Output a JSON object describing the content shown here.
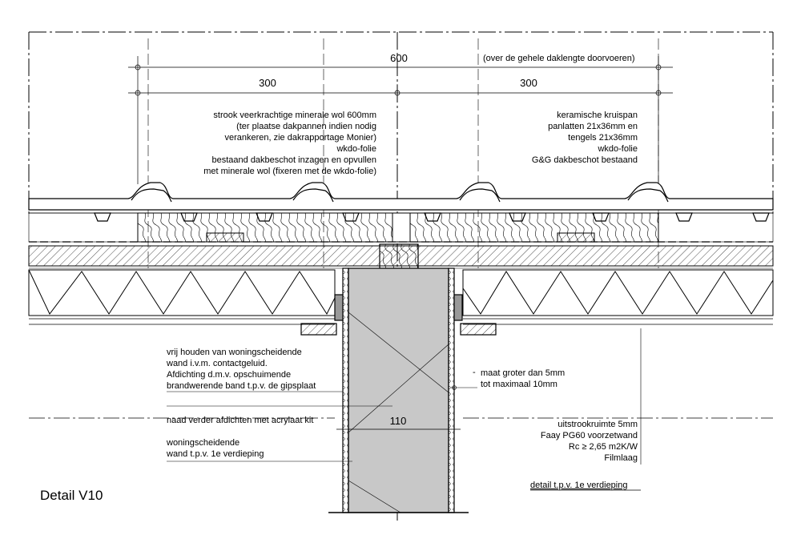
{
  "dimensions": {
    "total": "600",
    "total_note": "(over de gehele daklengte doorvoeren)",
    "left": "300",
    "right": "300",
    "wall": "110"
  },
  "notes_left_top": [
    "strook veerkrachtige minerale wol 600mm",
    "(ter plaatse dakpannen indien nodig",
    "verankeren, zie dakrapportage Monier)",
    "wkdo-folie",
    "bestaand dakbeschot inzagen en opvullen",
    "met minerale wol (fixeren met de wkdo-folie)"
  ],
  "notes_right_top": [
    "keramische kruispan",
    "panlatten 21x36mm en",
    "tengels 21x36mm",
    "wkdo-folie",
    "G&G dakbeschot bestaand"
  ],
  "notes_left_bottom_1": [
    "vrij houden van woningscheidende",
    "wand i.v.m. contactgeluid.",
    "Afdichting d.m.v. opschuimende",
    "brandwerende band t.p.v. de gipsplaat"
  ],
  "note_joint": "naad verder afdichten met acrylaat kit",
  "notes_left_bottom_2": [
    "woningscheidende",
    "wand t.p.v. 1e verdieping"
  ],
  "notes_gap": [
    "maat groter dan 5mm",
    "tot maximaal 10mm"
  ],
  "notes_right_bottom": [
    "uitstrookruimte 5mm",
    "Faay PG60 voorzetwand",
    "Rc ≥ 2,65 m2K/W",
    "Filmlaag"
  ],
  "detail_label": "detail t.p.v. 1e verdieping",
  "title": "Detail V10"
}
